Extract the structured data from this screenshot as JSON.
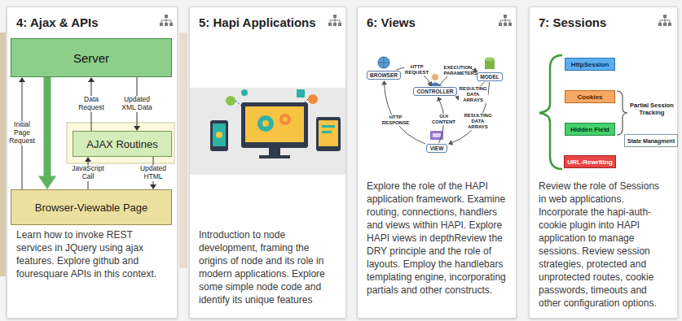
{
  "diagram": {
    "nodes": [
      {
        "text": [
          "4: Ajax & APIs",
          "Learn how to invoke REST services in JQuery using ajax features. Explore github and fouresquare APIs in this context."
        ]
      },
      {
        "text": [
          "Server"
        ],
        "in": 0
      },
      {
        "text": [
          "AJAX Routines"
        ],
        "in": 0
      },
      {
        "text": [
          "Browser-Viewable Page"
        ],
        "in": 0
      },
      {
        "text": [
          "5: Hapi Applications",
          "Introduction to node development, framing the origins of node and its role in modern applications. Explore some simple node code and identify its unique features"
        ]
      },
      {
        "text": [
          "6: Views",
          "Explore the role of the HAPI application framework. Examine routing, connections, handlers and views within HAPI. Explore HAPI views in depthReview the DRY principle and the role of layouts. Employ the handlebars templating engine, incorporating partials and other constructs."
        ]
      },
      {
        "text": [
          "BROWSER"
        ],
        "in": 5
      },
      {
        "text": [
          "CONTROLLER"
        ],
        "in": 5
      },
      {
        "text": [
          "MODEL"
        ],
        "in": 5
      },
      {
        "text": [
          "VIEW"
        ],
        "in": 5
      },
      {
        "text": [
          "7: Sessions",
          "Review the role of Sessions in web applications. Incorporate the hapi-auth-cookie plugin into HAPI application to manage sessions. Review session strategies, protected and unprotected routes, cookie passwords, timeouts and other configuration options."
        ]
      },
      {
        "text": [
          "HttpSession"
        ],
        "in": 10
      },
      {
        "text": [
          "Cookies"
        ],
        "in": 10
      },
      {
        "text": [
          "Hidden Field"
        ],
        "in": 10
      },
      {
        "text": [
          "URL-Rewriting"
        ],
        "in": 10
      },
      {
        "text": [
          "State Managment"
        ],
        "in": 10
      }
    ],
    "edges": [
      {
        "from": 3,
        "to": 1,
        "arrow": "to",
        "label": "Initial Page Request"
      },
      {
        "from": 1,
        "to": 3,
        "arrow": "to"
      },
      {
        "from": 2,
        "to": 1,
        "arrow": "to",
        "label": "Data Request"
      },
      {
        "from": 1,
        "to": 2,
        "arrow": "to",
        "label": "Updated XML Data"
      },
      {
        "from": 3,
        "to": 2,
        "arrow": "to",
        "label": "JavaScript Call"
      },
      {
        "from": 2,
        "to": 3,
        "arrow": "to",
        "label": "Updated HTML"
      },
      {
        "from": 6,
        "to": 7,
        "arrow": "to",
        "label": "HTTP REQUEST"
      },
      {
        "from": 7,
        "to": 8,
        "arrow": "to",
        "label": "EXECUTION PARAMETERS"
      },
      {
        "from": 8,
        "to": 7,
        "arrow": "to",
        "label": "RESULTING DATA ARRAYS"
      },
      {
        "from": 8,
        "to": 9,
        "arrow": "to",
        "label": "RESULTING DATA ARRAYS"
      },
      {
        "from": 9,
        "to": 7,
        "arrow": "to",
        "label": "GUI CONTENT"
      },
      {
        "from": 9,
        "to": 6,
        "arrow": "to",
        "label": "HTTP RESPONSE"
      }
    ],
    "labels": [
      "Partial Session Tracking"
    ]
  }
}
